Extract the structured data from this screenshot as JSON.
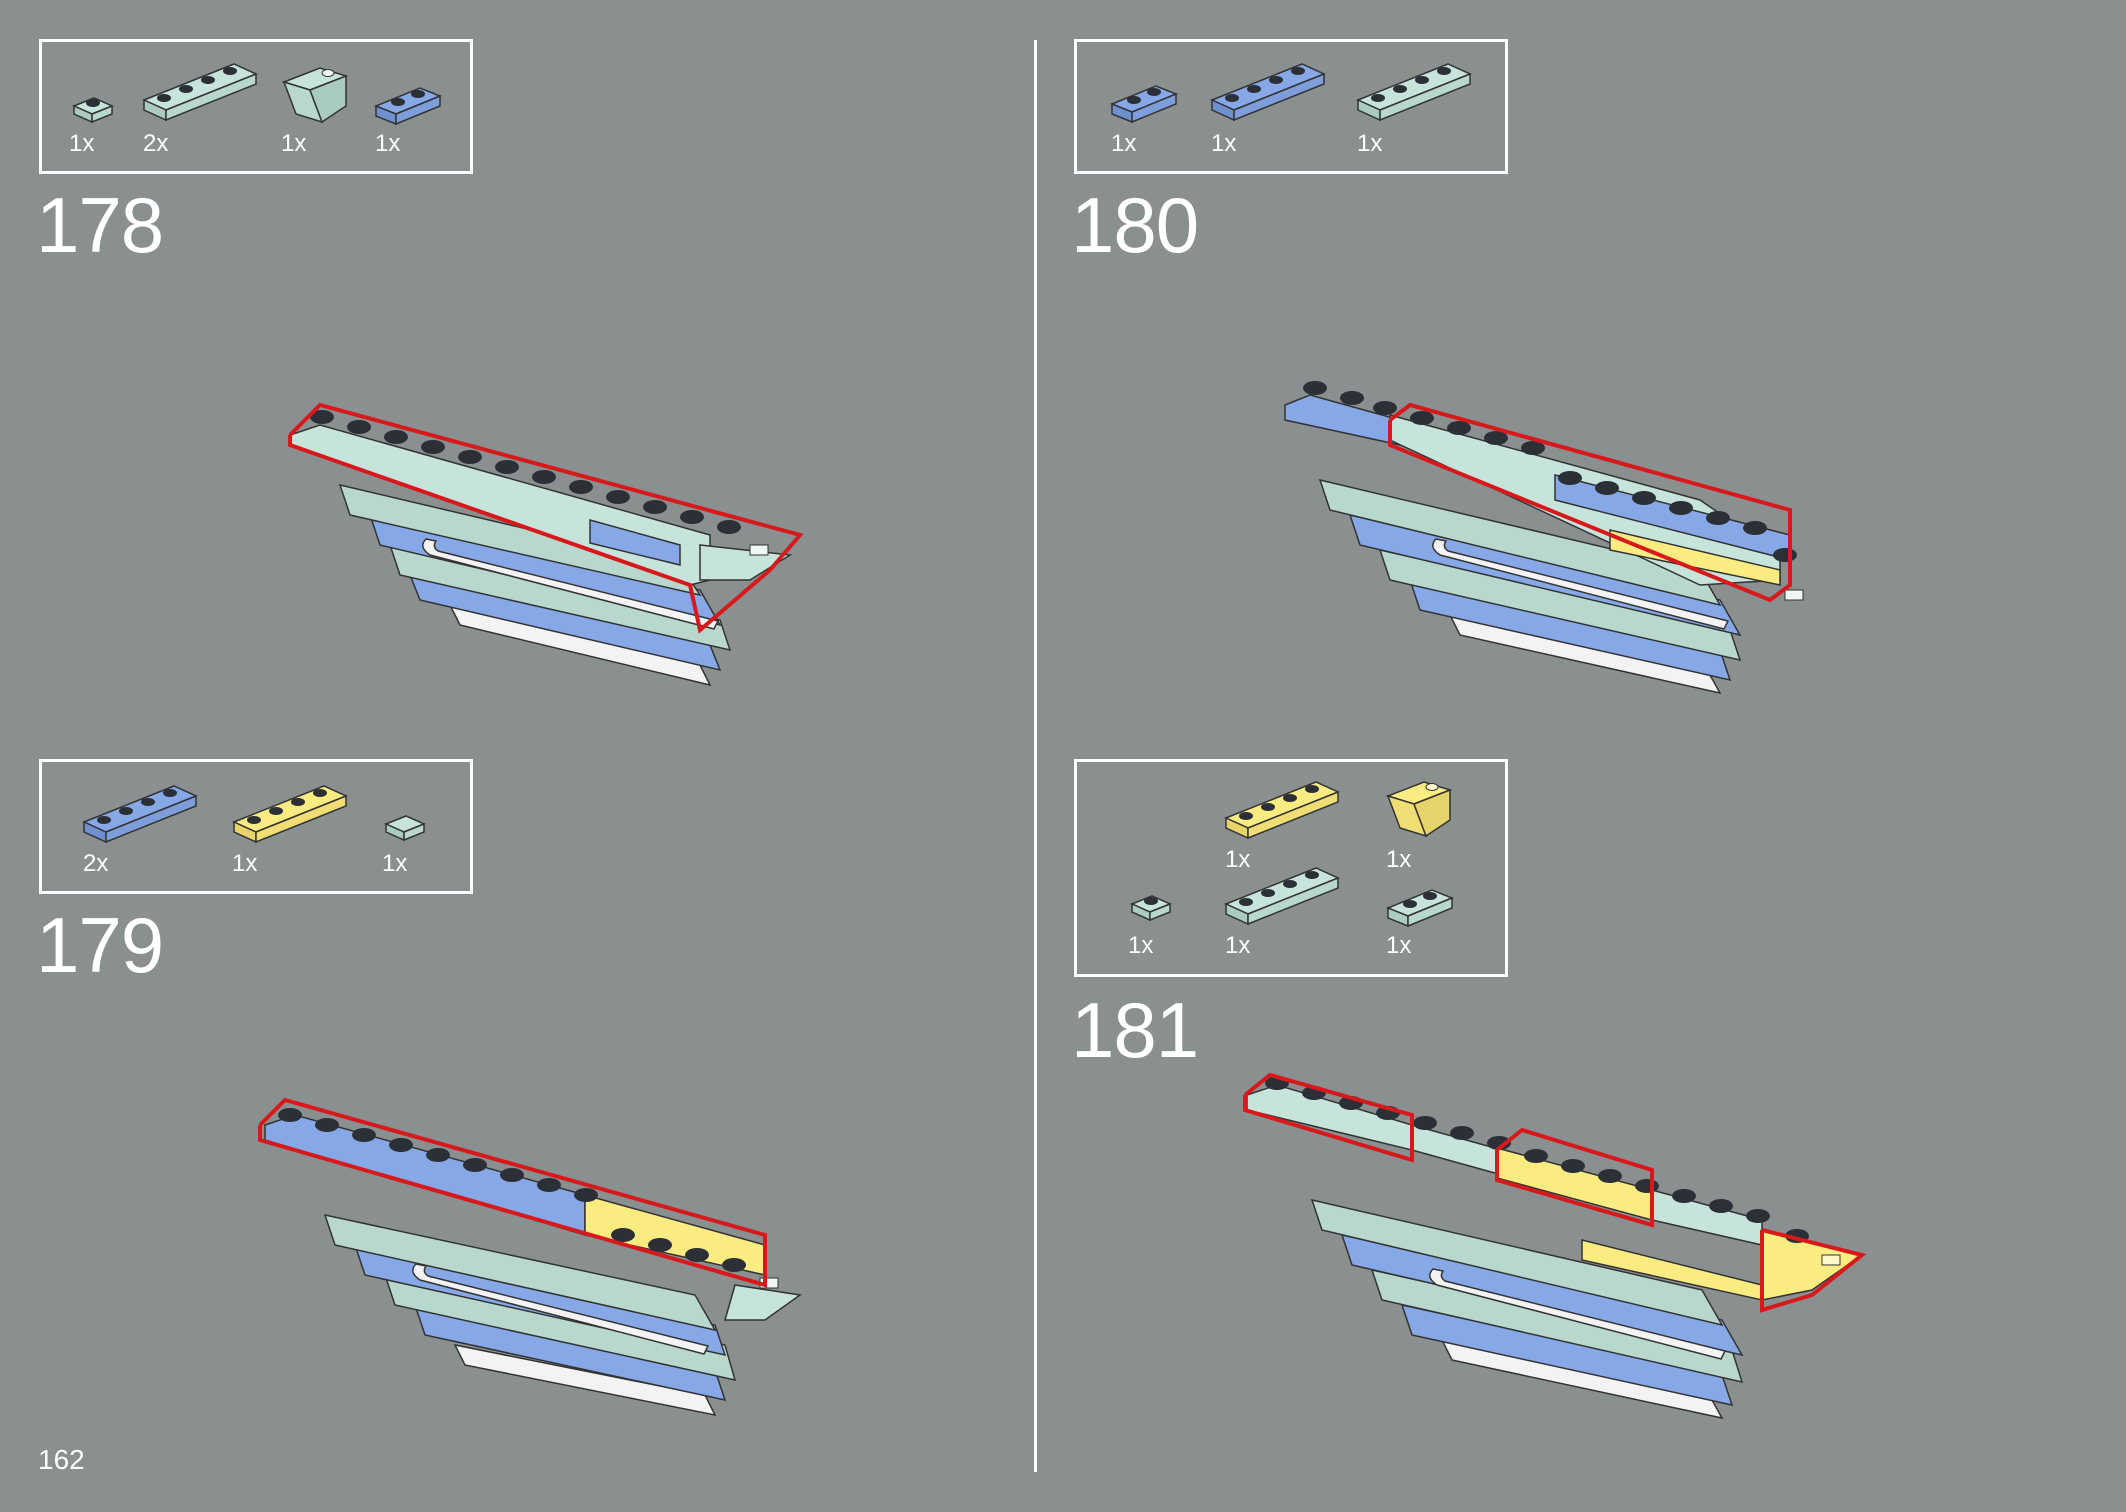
{
  "page_number": "162",
  "colors": {
    "background": "#8a8f90",
    "mint": "#c7e4dc",
    "blue": "#87a8e6",
    "yellow": "#fbec82",
    "white": "#f3f3f3",
    "highlight": "#d7191c",
    "stud_top": "#2b2f36"
  },
  "steps": [
    {
      "number": "178",
      "parts": [
        {
          "icon": "mint-1x1-plate-icon",
          "qty": "1x"
        },
        {
          "icon": "mint-1x4-plate-icon",
          "qty": "2x"
        },
        {
          "icon": "mint-slope-brick-icon",
          "qty": "1x"
        },
        {
          "icon": "blue-1x2-plate-icon",
          "qty": "1x"
        }
      ]
    },
    {
      "number": "179",
      "parts": [
        {
          "icon": "blue-1x4-plate-icon",
          "qty": "2x"
        },
        {
          "icon": "yellow-1x4-plate-icon",
          "qty": "1x"
        },
        {
          "icon": "mint-1x1-tile-icon",
          "qty": "1x"
        }
      ]
    },
    {
      "number": "180",
      "parts": [
        {
          "icon": "blue-1x2-plate-icon",
          "qty": "1x"
        },
        {
          "icon": "blue-1x4-plate-icon",
          "qty": "1x"
        },
        {
          "icon": "mint-1x4-plate-icon",
          "qty": "1x"
        }
      ]
    },
    {
      "number": "181",
      "parts": [
        {
          "icon": "yellow-1x4-plate-icon",
          "qty": "1x"
        },
        {
          "icon": "yellow-slope-brick-icon",
          "qty": "1x"
        },
        {
          "icon": "mint-1x1-plate-icon",
          "qty": "1x"
        },
        {
          "icon": "mint-1x4-plate-icon",
          "qty": "1x"
        },
        {
          "icon": "mint-1x2-plate-icon",
          "qty": "1x"
        }
      ]
    }
  ]
}
